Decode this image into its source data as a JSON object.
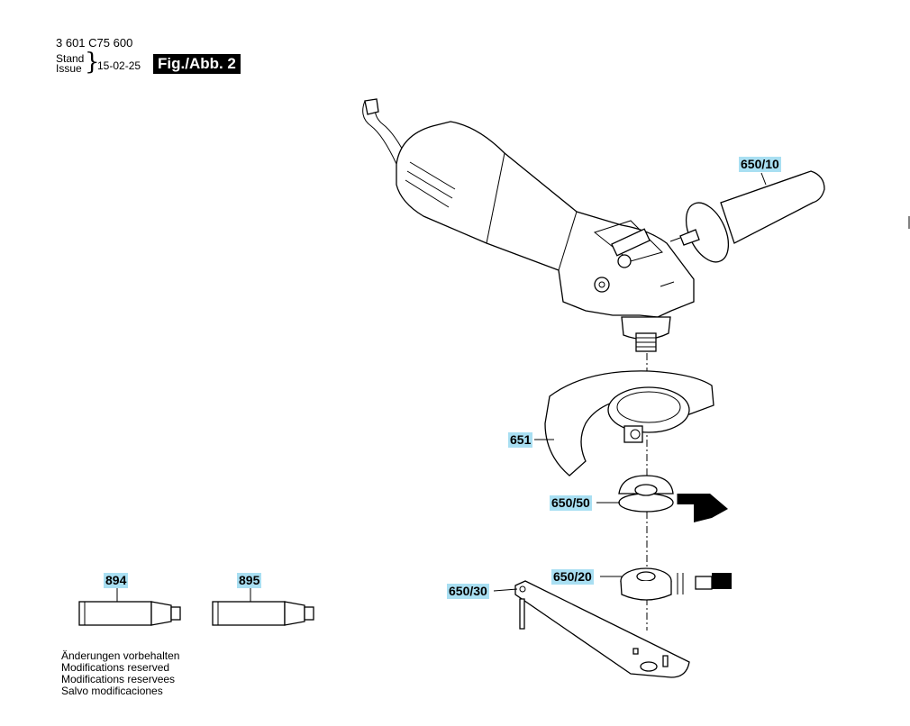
{
  "header": {
    "part_number": "3 601 C75 600",
    "stand_label": "Stand",
    "issue_label": "Issue",
    "date": "15-02-25",
    "figure_label": "Fig./Abb. 2"
  },
  "labels": {
    "auxiliary_handle": "650/10",
    "guard": "651",
    "flange_nut": "650/50",
    "mounting_flange": "650/20",
    "spanner": "650/30",
    "tube_894": "894",
    "tube_895": "895"
  },
  "notes": [
    "Änderungen vorbehalten",
    "Modifications reserved",
    "Modifications reservees",
    "Salvo modificaciones"
  ]
}
